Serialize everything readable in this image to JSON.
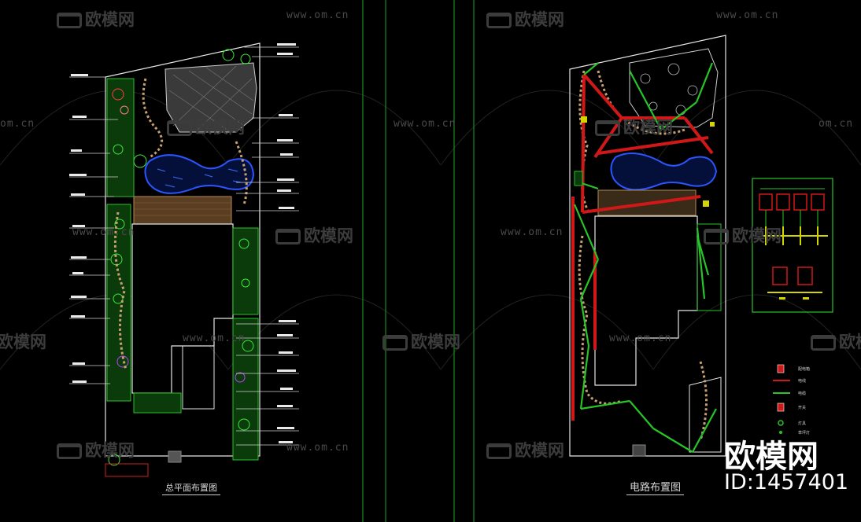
{
  "drawing_1": {
    "title": "总平面布置图"
  },
  "drawing_2": {
    "title": "电路布置图"
  },
  "watermark": {
    "site": "www.om.cn",
    "site_short": "om.cn",
    "brand": "欧模网"
  },
  "stamp": {
    "brand": "欧模网",
    "id": "ID:1457401"
  },
  "colors": {
    "background": "#000000",
    "plant_green": "#28c428",
    "circuit_red": "#d01818",
    "pool_blue": "#2a55ff",
    "outline": "#e6e6e6",
    "frame": "#1d8a1d"
  },
  "legend_panel": {
    "labels": [
      "配电箱",
      "电线",
      "电缆",
      "开关",
      "灯具",
      "草坪灯"
    ]
  }
}
